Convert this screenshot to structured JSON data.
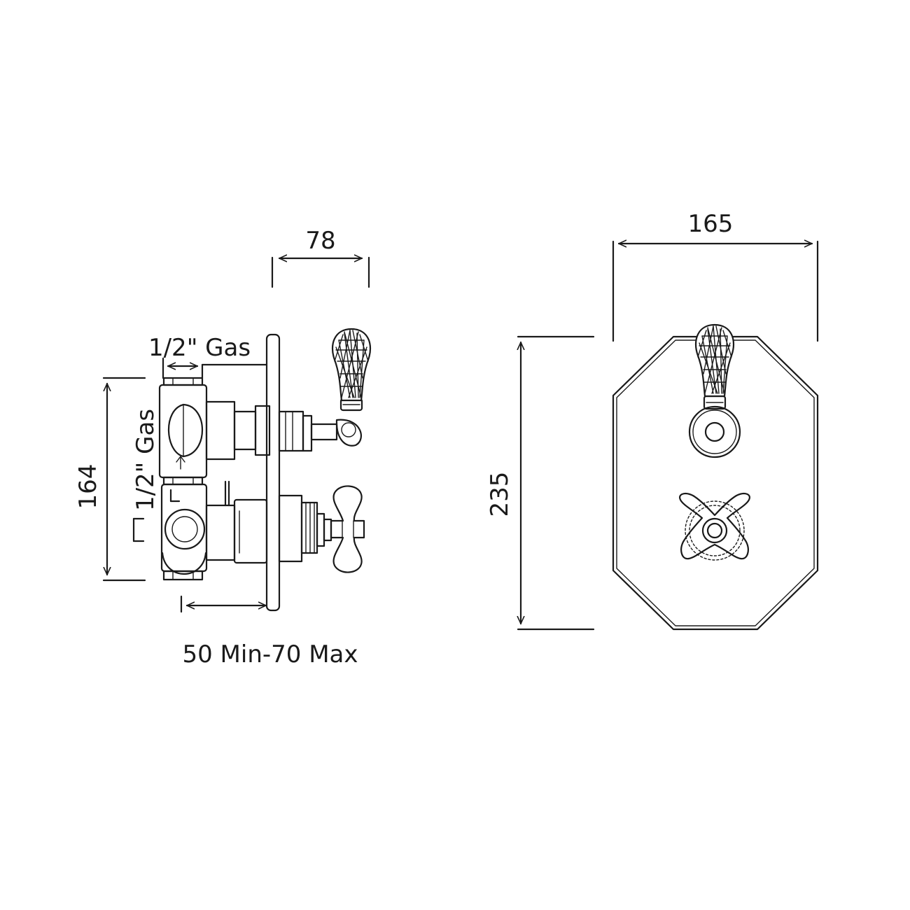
{
  "dimensions": {
    "side_projection": "78",
    "inlet_thread_top": "1/2\" Gas",
    "inlet_thread_side": "1/2\" Gas",
    "side_height": "164",
    "wall_depth": "50 Min-70 Max",
    "plate_width": "165",
    "plate_height": "235"
  },
  "colors": {
    "line": "#1a1a1a",
    "background": "#ffffff"
  }
}
